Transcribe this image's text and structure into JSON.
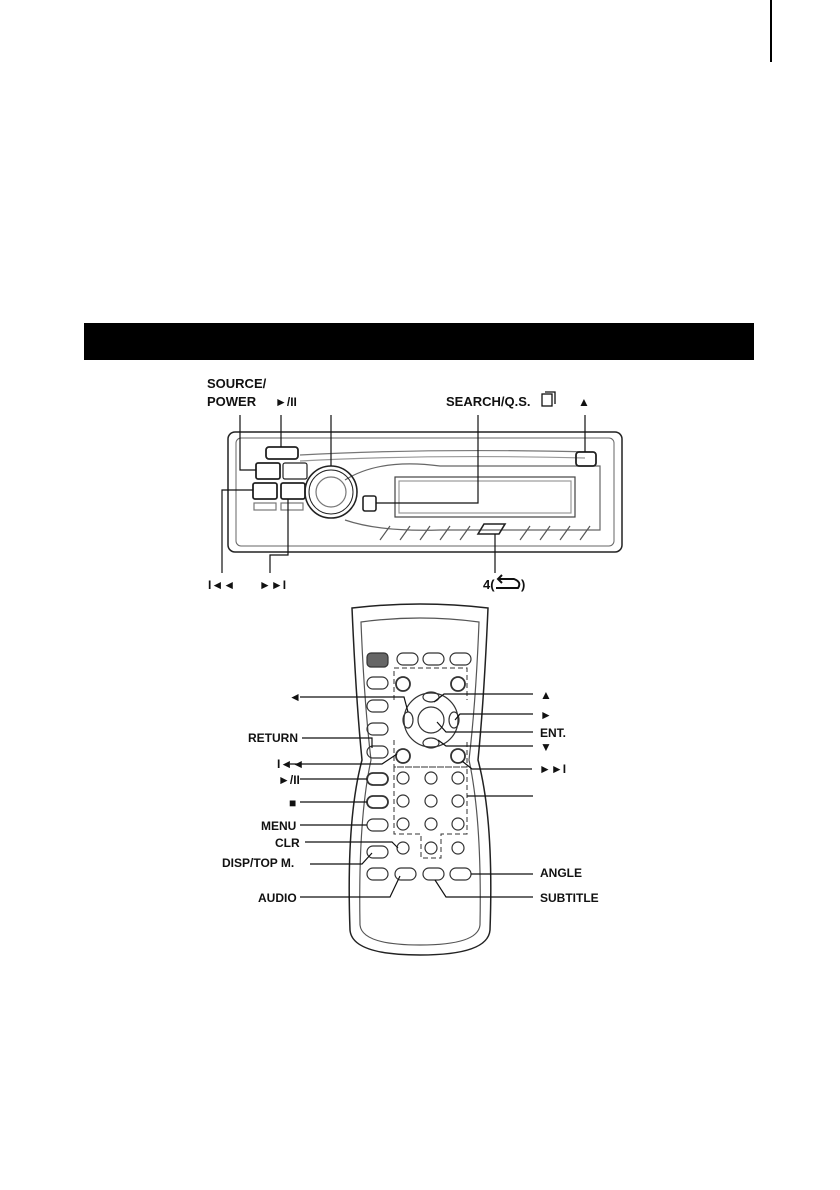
{
  "head_unit": {
    "source_power_line1": "SOURCE/",
    "source_power_line2": "POWER",
    "play_pause": "►/II",
    "search_qs": "SEARCH/Q.S.",
    "search_qs_icon": "page-icon",
    "eject": "▲",
    "prev_track": "I◄◄",
    "next_track": "►►I",
    "repeat_prefix": "4(",
    "repeat_icon": "repeat-arrow-icon",
    "repeat_suffix": ")"
  },
  "remote": {
    "left_labels": {
      "left_arrow": "◄",
      "return": "RETURN",
      "prev": "I◄◄",
      "play_pause": "►/II",
      "stop": "■",
      "menu": "MENU",
      "clr": "CLR",
      "disp_top_m": "DISP/TOP M.",
      "audio": "AUDIO"
    },
    "right_labels": {
      "up_arrow": "▲",
      "right_arrow": "►",
      "ent": "ENT.",
      "down_arrow": "▼",
      "next": "►►I",
      "angle": "ANGLE",
      "subtitle": "SUBTITLE"
    }
  }
}
